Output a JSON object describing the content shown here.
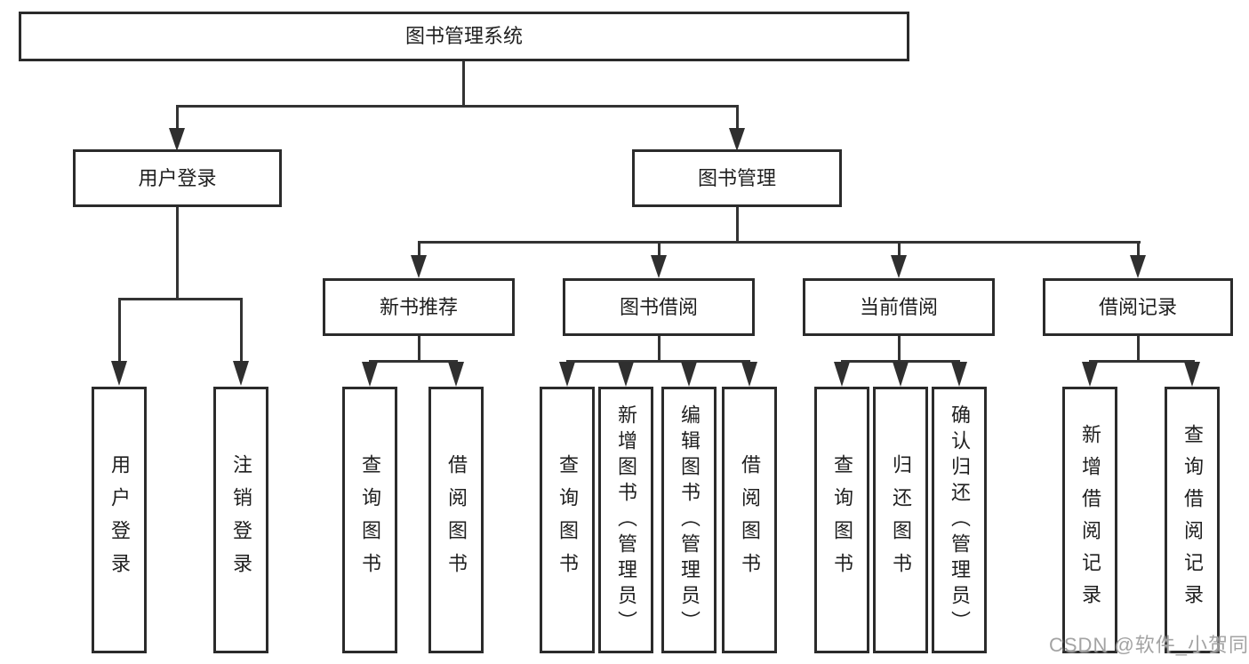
{
  "diagram": {
    "root": "图书管理系统",
    "level2": {
      "user_login": "用户登录",
      "book_mgmt": "图书管理"
    },
    "level3": {
      "new_books": "新书推荐",
      "book_borrow": "图书借阅",
      "current_borrow": "当前借阅",
      "borrow_records": "借阅记录"
    },
    "leaves": {
      "user_login": [
        "用户登录",
        "注销登录"
      ],
      "new_books": [
        "查询图书",
        "借阅图书"
      ],
      "book_borrow": [
        "查询图书",
        "新增图书（管理员）",
        "编辑图书（管理员）",
        "借阅图书"
      ],
      "current_borrow": [
        "查询图书",
        "归还图书",
        "确认归还（管理员）"
      ],
      "borrow_records": [
        "新增借阅记录",
        "查询借阅记录"
      ]
    }
  },
  "watermark": "CSDN @软件_小贺同学",
  "colors": {
    "line": "#333333",
    "border": "#2b2b2b",
    "text": "#1f1f1f",
    "watermark": "#a3a3a3",
    "background": "#ffffff"
  }
}
